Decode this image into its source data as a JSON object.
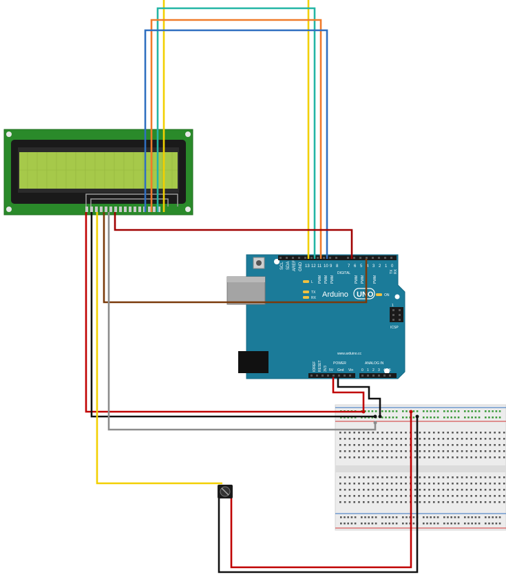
{
  "board": {
    "brand": "Arduino",
    "model": "UNO",
    "website": "www.arduino.cc",
    "digital_label": "DIGITAL",
    "power_label": "POWER",
    "analog_label": "ANALOG IN",
    "on_label": "ON",
    "icsp_label": "ICSP",
    "tx_label": "TX",
    "rx_label": "RX",
    "l_label": "L",
    "pwm_label": "PWM",
    "top_pins": [
      "SCL",
      "SDA",
      "AREF",
      "GND",
      "13",
      "12",
      "11",
      "10",
      "9",
      "8",
      "7",
      "6",
      "5",
      "4",
      "3",
      "2",
      "1",
      "0"
    ],
    "power_pins": [
      "IOREF",
      "RESET",
      "3V3",
      "5V",
      "Gnd",
      "Vin"
    ],
    "analog_pins": [
      "0",
      "1",
      "2",
      "3",
      "4",
      "5"
    ],
    "icsp_num": "1"
  },
  "colors": {
    "pcb_lcd": "#2a8a2a",
    "lcd_screen": "#a6c94a",
    "arduino": "#1b7b99",
    "wire_red": "#c00000",
    "wire_black": "#111111",
    "wire_gray": "#8c8c8c",
    "wire_yellow": "#f2d000",
    "wire_teal": "#23b5a5",
    "wire_orange": "#f07b2a",
    "wire_blue": "#2f6fc0",
    "wire_brown": "#7a3a0a"
  },
  "components": [
    "lcd-16x2",
    "arduino-uno",
    "breadboard",
    "potentiometer"
  ]
}
